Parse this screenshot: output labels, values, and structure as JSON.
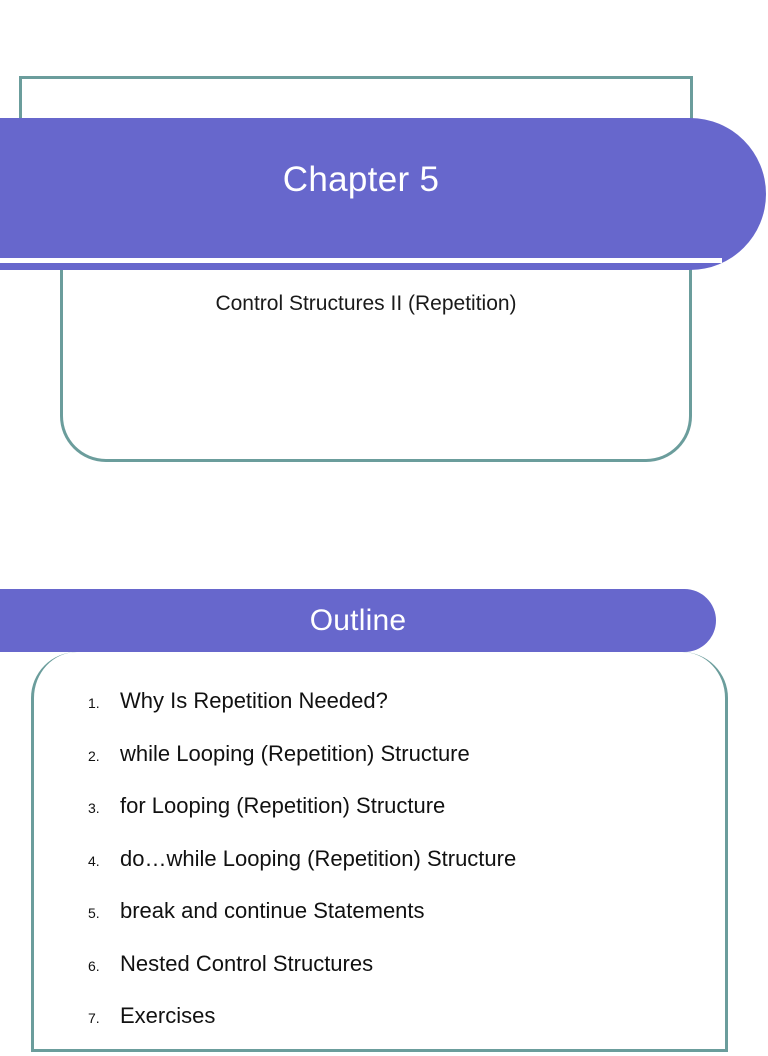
{
  "theme": {
    "accent_purple": "#6767CC",
    "frame_teal": "#6B9D9C",
    "background": "#FFFFFF",
    "banner_text_color": "#FFFFFF",
    "body_text_color": "#111111"
  },
  "title_slide": {
    "title": "Chapter 5",
    "subtitle": "Control Structures II (Repetition)"
  },
  "outline_slide": {
    "heading": "Outline",
    "items": [
      {
        "number": "1.",
        "label": "Why Is Repetition Needed?"
      },
      {
        "number": "2.",
        "label": "while Looping (Repetition) Structure"
      },
      {
        "number": "3.",
        "label": "for Looping (Repetition) Structure"
      },
      {
        "number": "4.",
        "label": "do…while Looping (Repetition) Structure"
      },
      {
        "number": "5.",
        "label": "break and continue Statements"
      },
      {
        "number": "6.",
        "label": "Nested Control Structures"
      },
      {
        "number": "7.",
        "label": "Exercises"
      }
    ]
  }
}
